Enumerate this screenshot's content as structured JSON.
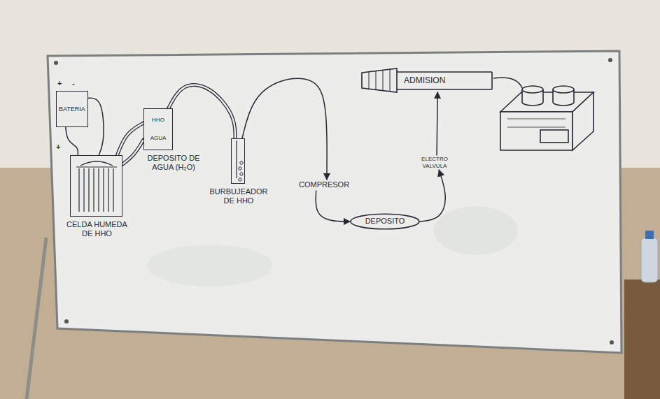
{
  "diagram": {
    "nodes": [
      {
        "text": [
          "BATERIA"
        ]
      },
      {
        "text": [
          "CELDA HUMEDA DE HHO"
        ]
      },
      {
        "text": [
          "HHO",
          "AGUA",
          "DEPOSITO DE AGUA (H₂O)"
        ]
      },
      {
        "text": [
          "BURBUJEADOR DE HHO"
        ]
      },
      {
        "text": [
          "COMPRESOR"
        ]
      },
      {
        "text": [
          "DEPOSITO"
        ]
      },
      {
        "text": [
          "ELECTRO VALVULA"
        ]
      },
      {
        "text": [
          "ADMISION"
        ]
      }
    ],
    "edges": [
      {
        "from": 0,
        "to": 1,
        "arrow": "none"
      },
      {
        "from": 0,
        "to": 1,
        "arrow": "none"
      },
      {
        "from": 1,
        "to": 2,
        "arrow": "none"
      },
      {
        "from": 1,
        "to": 2,
        "arrow": "none"
      },
      {
        "from": 2,
        "to": 3,
        "arrow": "none"
      },
      {
        "from": 3,
        "to": 4,
        "arrow": "to"
      },
      {
        "from": 4,
        "to": 5,
        "arrow": "to"
      },
      {
        "from": 5,
        "to": 6,
        "arrow": "to"
      },
      {
        "from": 6,
        "to": 7,
        "arrow": "to"
      }
    ],
    "labels": [
      "+",
      "-",
      "+"
    ]
  }
}
